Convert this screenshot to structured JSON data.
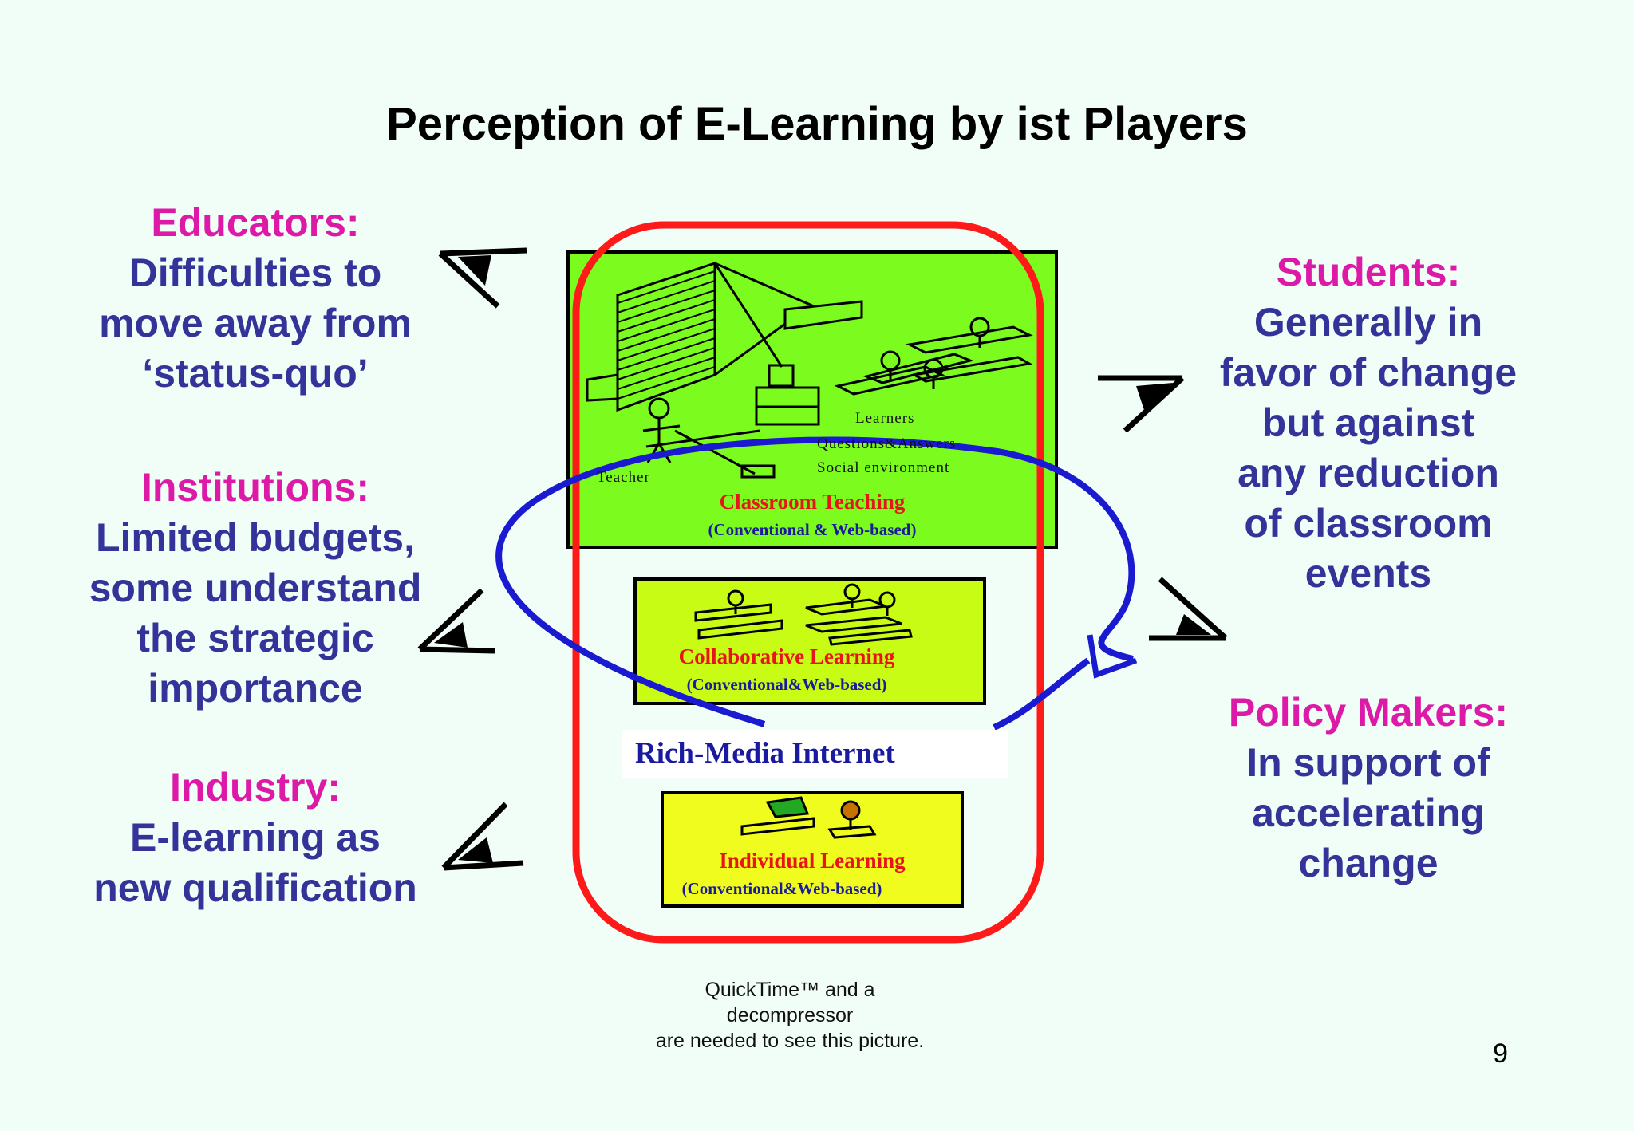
{
  "title": "Perception of E-Learning by ist Players",
  "players": {
    "educators": {
      "heading": "Educators:",
      "text": "Difficulties to\nmove away from\n‘status-quo’"
    },
    "institutions": {
      "heading": "Institutions:",
      "text": "Limited budgets,\nsome understand\nthe strategic\nimportance"
    },
    "industry": {
      "heading": "Industry:",
      "text": "E-learning as\nnew qualification"
    },
    "students": {
      "heading": "Students:",
      "text": "Generally in\nfavor of change\nbut against\nany reduction\nof classroom\nevents"
    },
    "policy_makers": {
      "heading": "Policy Makers:",
      "text": "In support of\naccelerating\nchange"
    }
  },
  "diagram": {
    "classroom": {
      "learners_label": "Learners",
      "qa_label": "Questions&Answers",
      "social_label": "Social environment",
      "teacher_label": "Teacher",
      "title": "Classroom Teaching",
      "subtitle": "(Conventional & Web-based)"
    },
    "collaborative": {
      "title": "Collaborative Learning",
      "subtitle": "(Conventional&Web-based)"
    },
    "rich_media": "Rich-Media Internet",
    "individual": {
      "title": "Individual Learning",
      "subtitle": "(Conventional&Web-based)"
    }
  },
  "quicktime_notice": "QuickTime™ and a\ndecompressor\nare needed to see this picture.",
  "page_number": "9",
  "colors": {
    "background": "#f0fef7",
    "heading_magenta": "#dd1aa8",
    "body_navy": "#333399",
    "classroom_green": "#7cfc1e",
    "collab_green": "#c8fc14",
    "individual_yellow": "#f0fc1e",
    "outline_red": "#ff1a1a",
    "ellipse_blue": "#1a1ad0"
  }
}
